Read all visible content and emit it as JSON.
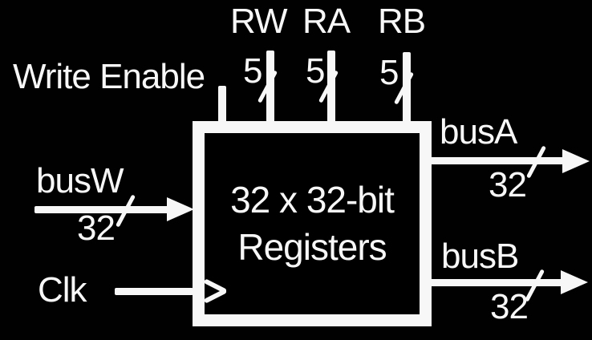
{
  "diagram": {
    "type": "block-diagram",
    "subject": "register-file",
    "colors": {
      "background": "#010101",
      "ink": "#f7f7f7"
    }
  },
  "block": {
    "title_line1": "32 x 32-bit",
    "title_line2": "Registers"
  },
  "inputs": {
    "write_enable": {
      "label": "Write Enable"
    },
    "rw": {
      "label": "RW",
      "width_bits": "5"
    },
    "ra": {
      "label": "RA",
      "width_bits": "5"
    },
    "rb": {
      "label": "RB",
      "width_bits": "5"
    },
    "busw": {
      "label": "busW",
      "width_bits": "32"
    },
    "clk": {
      "label": "Clk"
    }
  },
  "outputs": {
    "busa": {
      "label": "busA",
      "width_bits": "32"
    },
    "busb": {
      "label": "busB",
      "width_bits": "32"
    }
  }
}
